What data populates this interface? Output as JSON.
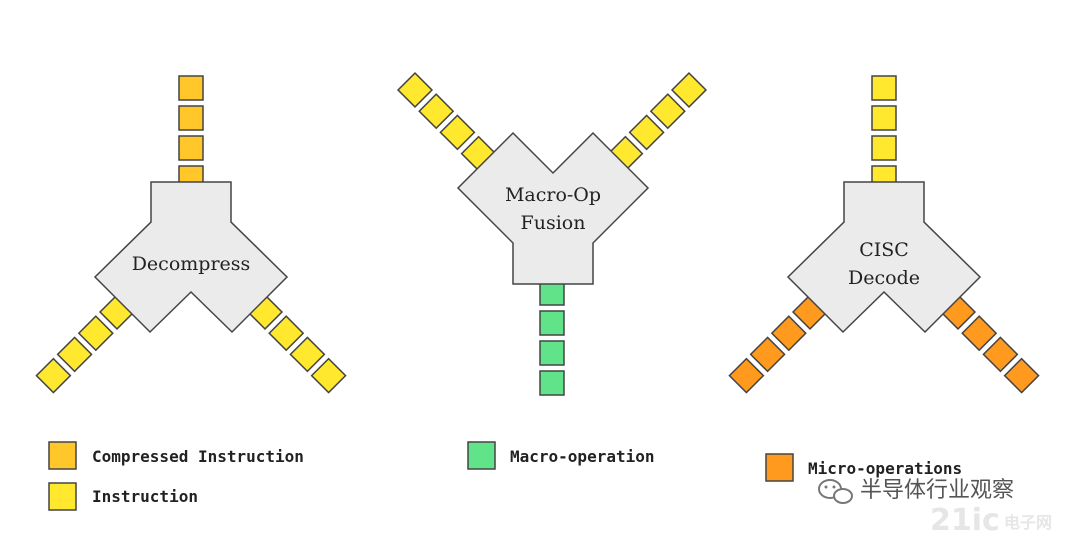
{
  "colors": {
    "compressed_instruction": "#FFC729",
    "instruction": "#FFE82E",
    "macro_operation": "#61E38A",
    "micro_operation": "#FF9A1F",
    "node_fill": "#EBEBEB",
    "stroke": "#444444"
  },
  "nodes": {
    "decompress": {
      "label": "Decompress"
    },
    "fusion": {
      "line1": "Macro-Op",
      "line2": "Fusion"
    },
    "cisc": {
      "line1": "CISC",
      "line2": "Decode"
    }
  },
  "legend": {
    "compressed": "Compressed Instruction",
    "instruction": "Instruction",
    "macro": "Macro-operation",
    "micro": "Micro-operations"
  },
  "watermark": {
    "text": "半导体行业观察",
    "logo": "21ic",
    "logo_sub": "电子网",
    "icon": "wechat-icon"
  }
}
